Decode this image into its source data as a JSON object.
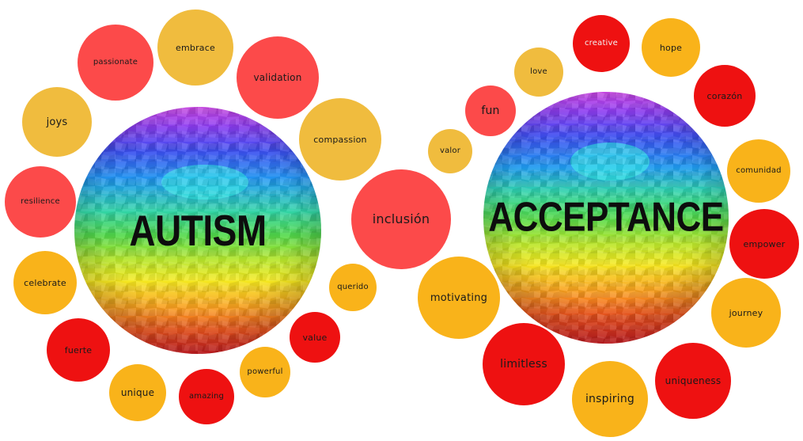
{
  "colors": {
    "red": "#fc4a4a",
    "deep_red": "#ee1111",
    "orange": "#f9b31a",
    "mustard": "#f0bc3e"
  },
  "left_group": {
    "center_word": "AUTISM",
    "words": {
      "passionate": "passionate",
      "embrace": "embrace",
      "validation": "validation",
      "joys": "joys",
      "compassion": "compassion",
      "resilience": "resilience",
      "celebrate": "celebrate",
      "querido": "querido",
      "fuerte": "fuerte",
      "value": "value",
      "unique": "unique",
      "amazing": "amazing",
      "powerful": "powerful"
    }
  },
  "middle": {
    "inclusion": "inclusión",
    "valor": "valor",
    "fun": "fun",
    "love": "love",
    "motivating": "motivating"
  },
  "right_group": {
    "center_word": "ACCEPTANCE",
    "words": {
      "creative": "creative",
      "hope": "hope",
      "corazon": "corazón",
      "comunidad": "comunidad",
      "empower": "empower",
      "journey": "journey",
      "uniqueness": "uniqueness",
      "inspiring": "inspiring",
      "limitless": "limitless"
    }
  }
}
